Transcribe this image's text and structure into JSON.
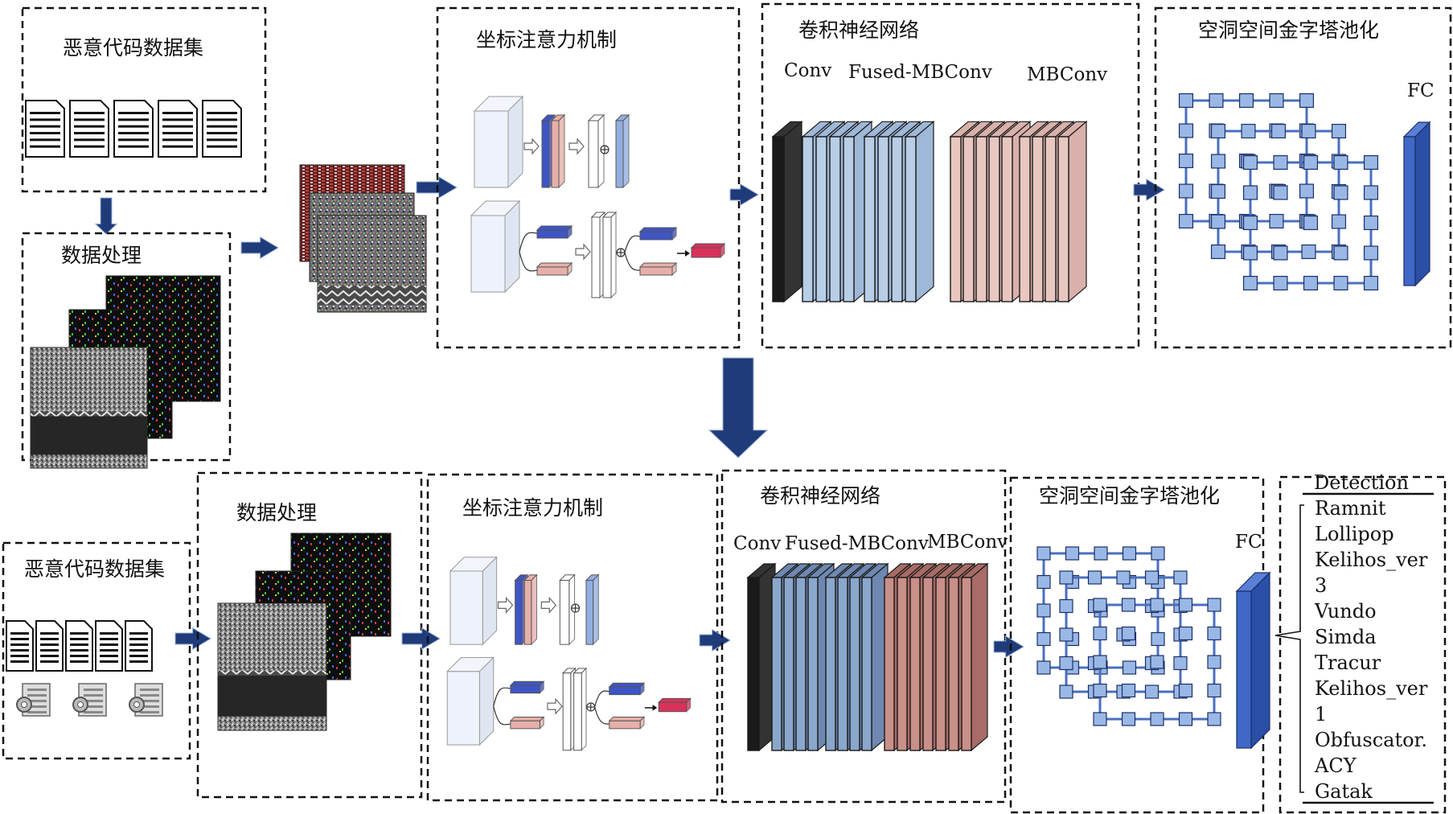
{
  "top": {
    "dataset_title": "恶意代码数据集",
    "preprocess_title": "数据处理",
    "attention_title": "坐标注意力机制",
    "cnn_title": "卷积神经网络",
    "cnn_labels": {
      "conv": "Conv",
      "fused": "Fused-MBConv",
      "mb": "MBConv"
    },
    "aspp_title": "空洞空间金字塔池化",
    "fc_label": "FC"
  },
  "bottom": {
    "dataset_title": "恶意代码数据集",
    "preprocess_title": "数据处理",
    "attention_title": "坐标注意力机制",
    "cnn_title": "卷积神经网络",
    "cnn_labels": {
      "conv": "Conv",
      "fused": "Fused-MBConv",
      "mb": "MBConv"
    },
    "aspp_title": "空洞空间金字塔池化",
    "fc_label": "FC"
  },
  "detection": {
    "header": "Detection",
    "lines": [
      "Ramnit",
      "Lollipop",
      "Kelihos_ver",
      "3",
      "Vundo",
      "Simda",
      "Tracur",
      "Kelihos_ver",
      "1",
      "Obfuscator.",
      "ACY",
      "Gatak"
    ]
  },
  "colors": {
    "arrow": "#1f3b7a",
    "blue_layer": "#b8cde6",
    "blue_layer_dark": "#8aa7cc",
    "pink_layer": "#e9c7c1",
    "pink_layer_dark": "#c98f89",
    "grid_blue": "#4a6fc0",
    "grid_cell": "#9ab8e6",
    "fc_blue": "#3f68c7"
  }
}
